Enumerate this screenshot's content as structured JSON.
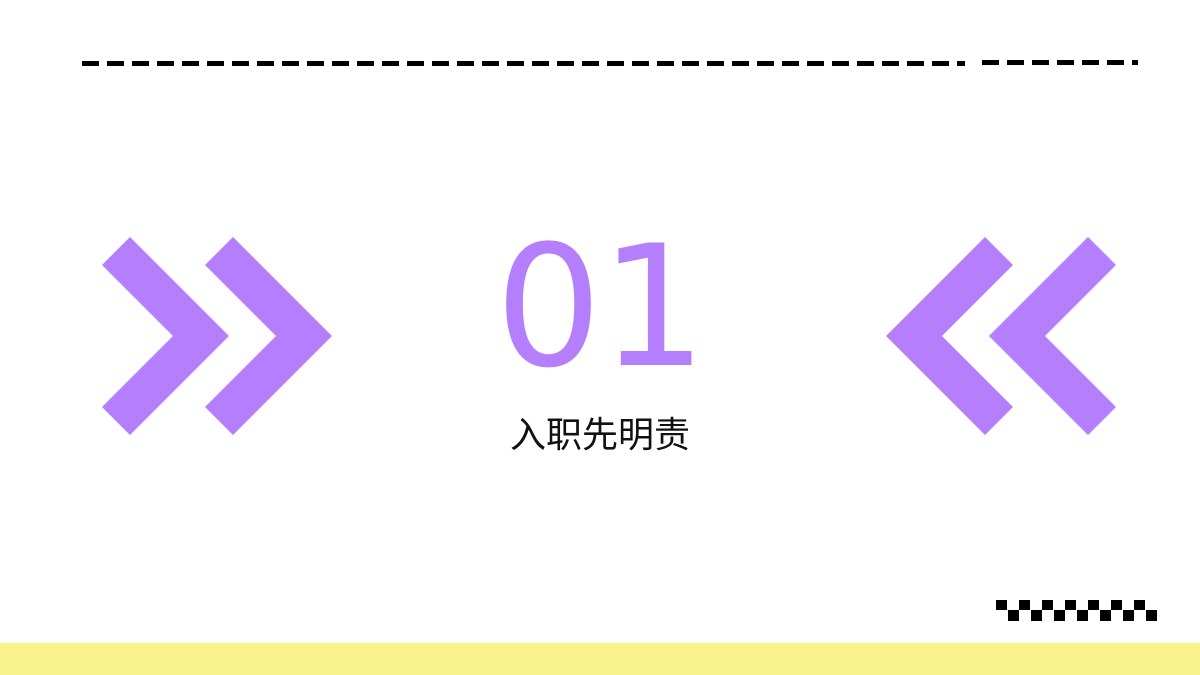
{
  "slide": {
    "number": "01",
    "title": "入职先明责"
  },
  "decorations": {
    "top_dash_lines": 2,
    "left_icon": "double-chevron-right-icon",
    "right_icon": "double-chevron-left-icon",
    "bottom_pattern": "checker-pattern"
  },
  "colors": {
    "accent_purple": "#B57EFC",
    "band_yellow": "#FAF28A",
    "dash_black": "#000000",
    "background": "#FFFFFF"
  }
}
